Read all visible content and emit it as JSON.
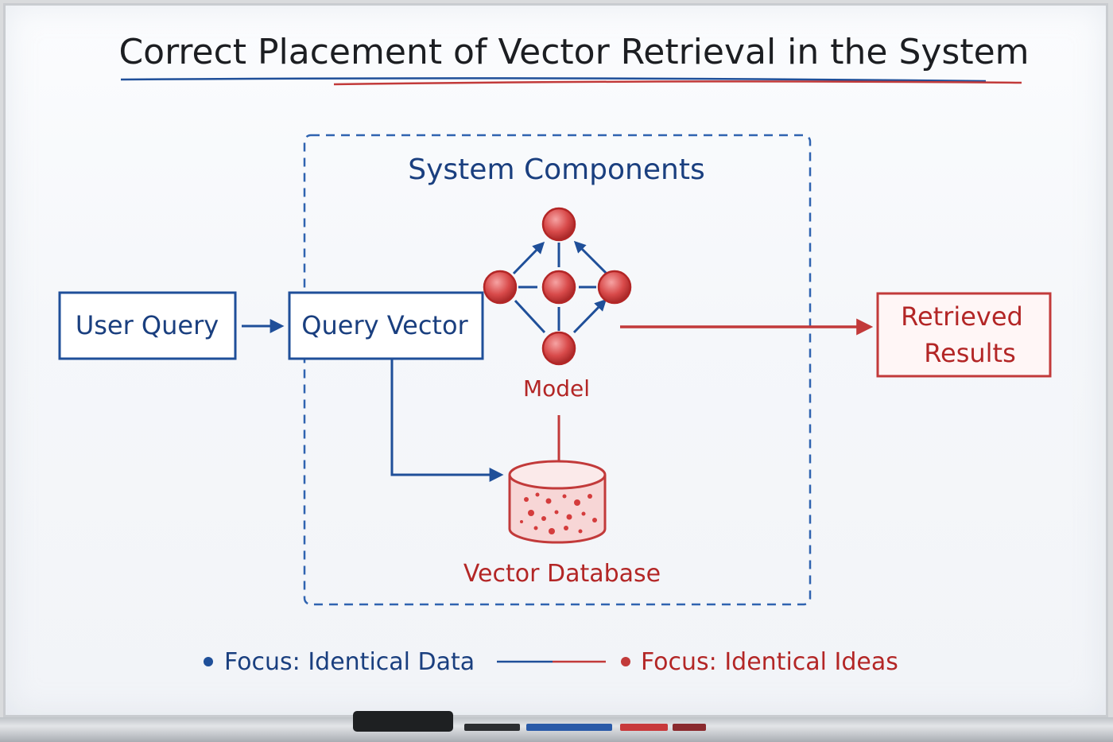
{
  "title": "Correct Placement of Vector Retrieval in the System",
  "container": {
    "label": "System Components"
  },
  "nodes": {
    "user_query": "User Query",
    "query_vector": "Query Vector",
    "model": "Model",
    "vector_database": "Vector Database",
    "retrieved_results": {
      "line1": "Retrieved",
      "line2": "Results"
    }
  },
  "legend": {
    "left": "Focus: Identical Data",
    "right": "Focus: Identical Ideas"
  },
  "colors": {
    "blue": "#1f4f99",
    "red": "#c23a3a",
    "dark_text": "#1c1e22"
  }
}
